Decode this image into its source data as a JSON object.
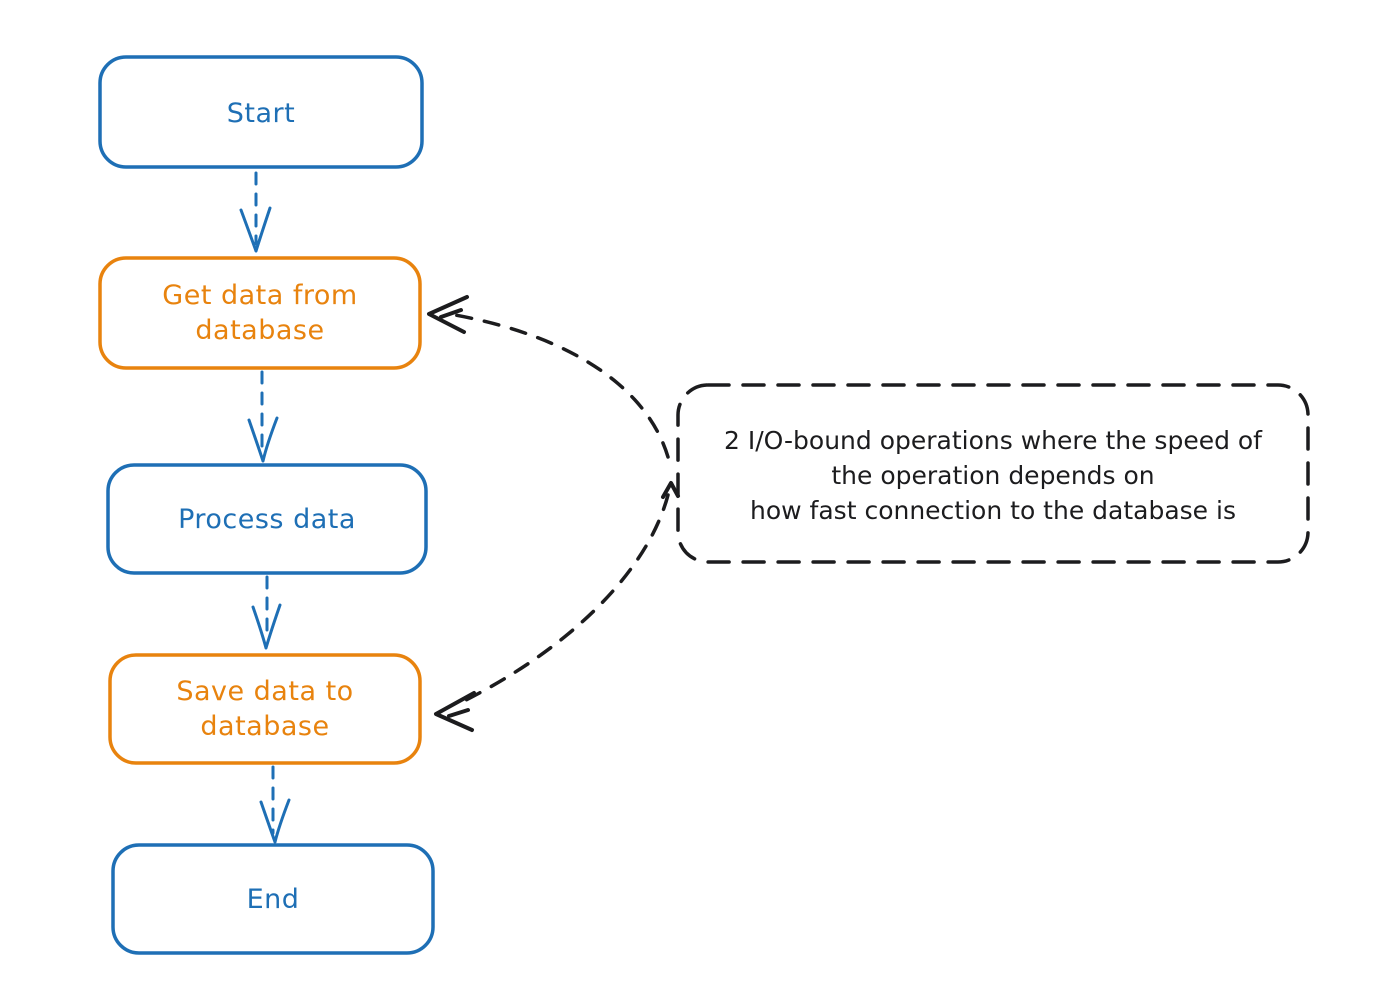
{
  "diagram": {
    "background": "#ffffff",
    "colors": {
      "blue": "#1e6fb5",
      "orange": "#e8830e",
      "black": "#1c1c1e"
    },
    "nodes": [
      {
        "id": "start",
        "lines": [
          "Start"
        ],
        "color": "#1e6fb5"
      },
      {
        "id": "get-data-from-database",
        "lines": [
          "Get data from",
          "database"
        ],
        "color": "#e8830e"
      },
      {
        "id": "process-data",
        "lines": [
          "Process data"
        ],
        "color": "#1e6fb5"
      },
      {
        "id": "save-data-to-database",
        "lines": [
          "Save data to",
          "database"
        ],
        "color": "#e8830e"
      },
      {
        "id": "end",
        "lines": [
          "End"
        ],
        "color": "#1e6fb5"
      }
    ],
    "annotation": {
      "lines": [
        "2 I/O-bound operations where the speed of",
        "the operation depends on",
        "how fast connection to the database is"
      ]
    }
  }
}
